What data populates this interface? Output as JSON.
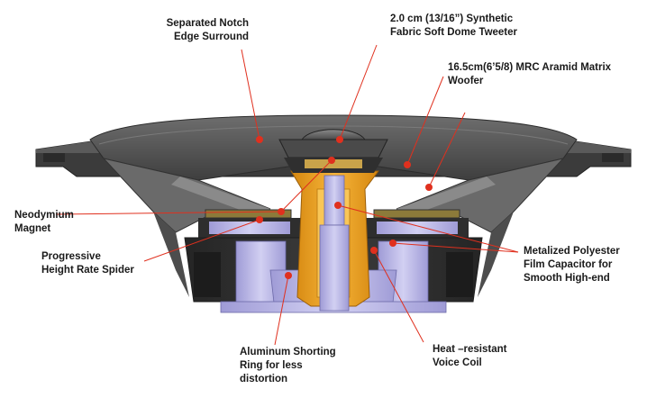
{
  "labels": {
    "surround": [
      "Separated Notch",
      "Edge Surround"
    ],
    "tweeter": [
      "2.0 cm (13/16”) Synthetic",
      "Fabric Soft Dome Tweeter"
    ],
    "woofer": [
      "16.5cm(6’5/8) MRC Aramid Matrix",
      "Woofer"
    ],
    "magnet": [
      "Neodymium",
      "Magnet"
    ],
    "spider": [
      "Progressive",
      "Height Rate Spider"
    ],
    "capacitor": [
      "Metalized Polyester",
      "Film Capacitor for",
      "Smooth High-end"
    ],
    "shorting_ring": [
      "Aluminum Shorting",
      "Ring for less",
      "distortion"
    ],
    "voice_coil": [
      "Heat –resistant",
      "Voice Coil"
    ]
  },
  "colors": {
    "leader": "#e0301e",
    "frame_dark": "#3a3a3a",
    "cone": "#5c5c5c",
    "lavender": "#b9b6e6",
    "orange": "#f0a020"
  }
}
